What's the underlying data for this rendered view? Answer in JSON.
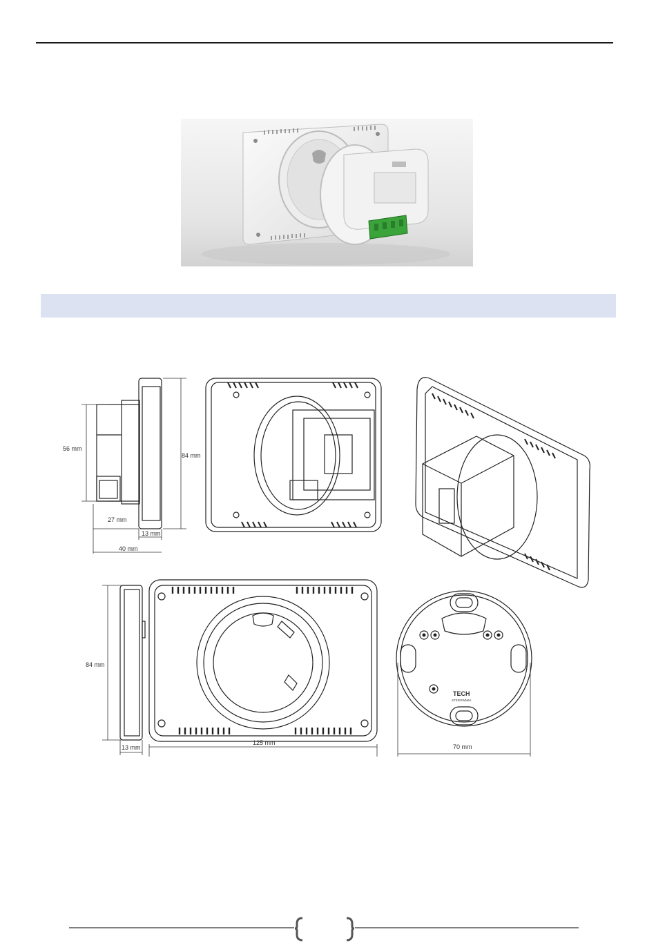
{
  "dimensions": {
    "depth_connector": "56 mm",
    "height": "84 mm",
    "depth_body": "27 mm",
    "frame_depth": "13 mm",
    "total_depth": "40 mm",
    "height_front": "84 mm",
    "frame_depth_front": "13 mm",
    "width": "125 mm",
    "mount_diameter": "70 mm"
  },
  "logo": {
    "brand": "TECH",
    "sub": "STEROWNIKI"
  }
}
